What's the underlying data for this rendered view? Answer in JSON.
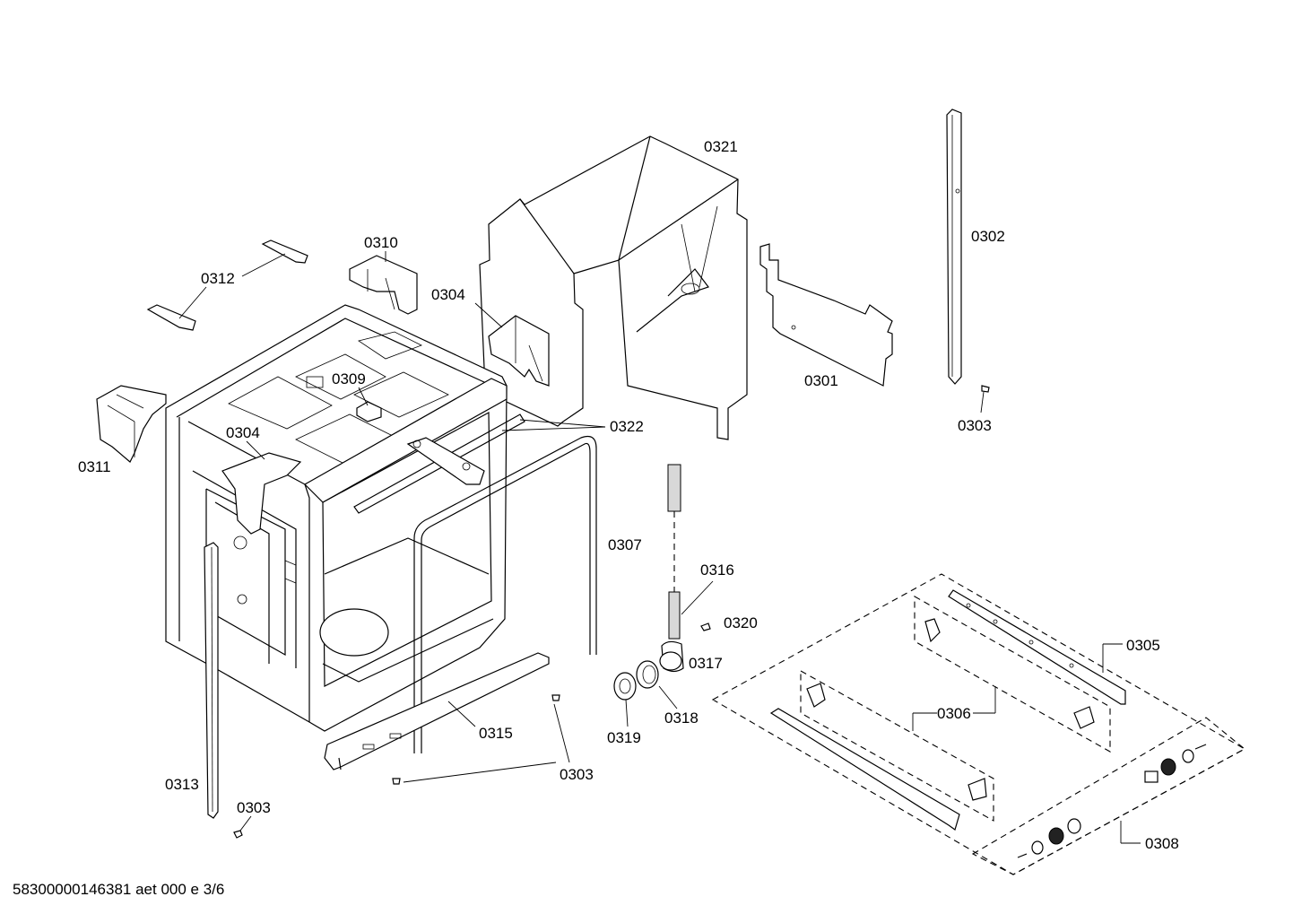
{
  "diagram": {
    "labels": {
      "l0321": "0321",
      "l0302": "0302",
      "l0310": "0310",
      "l0312": "0312",
      "l0304a": "0304",
      "l0301": "0301",
      "l0309": "0309",
      "l0303a": "0303",
      "l0322": "0322",
      "l0304b": "0304",
      "l0311": "0311",
      "l0307": "0307",
      "l0316": "0316",
      "l0320": "0320",
      "l0305": "0305",
      "l0317": "0317",
      "l0318": "0318",
      "l0306": "0306",
      "l0319": "0319",
      "l0315": "0315",
      "l0303b": "0303",
      "l0313": "0313",
      "l0303c": "0303",
      "l0308": "0308"
    },
    "footer": "58300000146381 aet 000 e 3/6"
  }
}
